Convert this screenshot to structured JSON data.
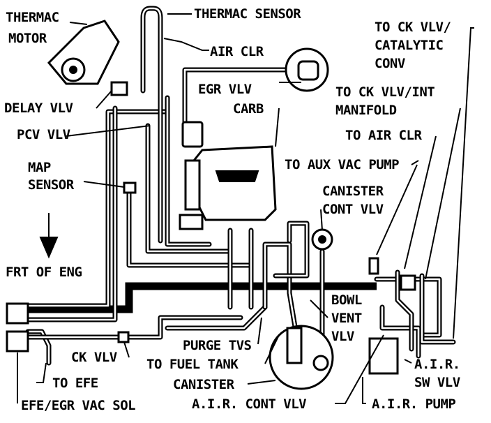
{
  "labels": {
    "thermac_motor": [
      "THERMAC",
      "MOTOR"
    ],
    "thermac_sensor": "THERMAC SENSOR",
    "air_clr": "AIR CLR",
    "egr_vlv": "EGR VLV",
    "carb": "CARB",
    "delay_vlv": "DELAY VLV",
    "pcv_vlv": "PCV VLV",
    "map_sensor": [
      "MAP",
      "SENSOR"
    ],
    "frt_of_eng": "FRT OF ENG",
    "to_ck_vlv_catalytic": [
      "TO CK VLV/",
      "CATALYTIC",
      "CONV"
    ],
    "to_ck_vlv_int": [
      "TO CK VLV/INT",
      "MANIFOLD"
    ],
    "to_air_clr": "TO AIR CLR",
    "to_aux_vac_pump": "TO AUX VAC PUMP",
    "canister_cont_vlv": [
      "CANISTER",
      "CONT VLV"
    ],
    "bowl_vent_vlv": [
      "BOWL",
      "VENT",
      "VLV"
    ],
    "purge_tvs": "PURGE TVS",
    "to_fuel_tank": "TO FUEL TANK",
    "canister": "CANISTER",
    "ck_vlv": "CK VLV",
    "to_efe": "TO EFE",
    "efe_egr_vac_sol": "EFE/EGR VAC SOL",
    "air_cont_vlv": "A.I.R. CONT VLV",
    "air_sw_vlv": [
      "A.I.R.",
      "SW VLV"
    ],
    "air_pump": "A.I.R. PUMP"
  }
}
